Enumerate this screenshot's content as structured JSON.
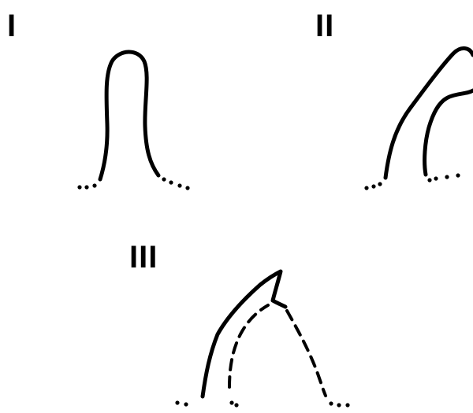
{
  "panels": [
    {
      "label": "I",
      "shape": "upright-loop"
    },
    {
      "label": "II",
      "shape": "bent-hook"
    },
    {
      "label": "III",
      "shape": "leaning-peak-with-dashed-outline"
    }
  ],
  "colors": {
    "background": "#ffffff",
    "ink": "#000000"
  }
}
